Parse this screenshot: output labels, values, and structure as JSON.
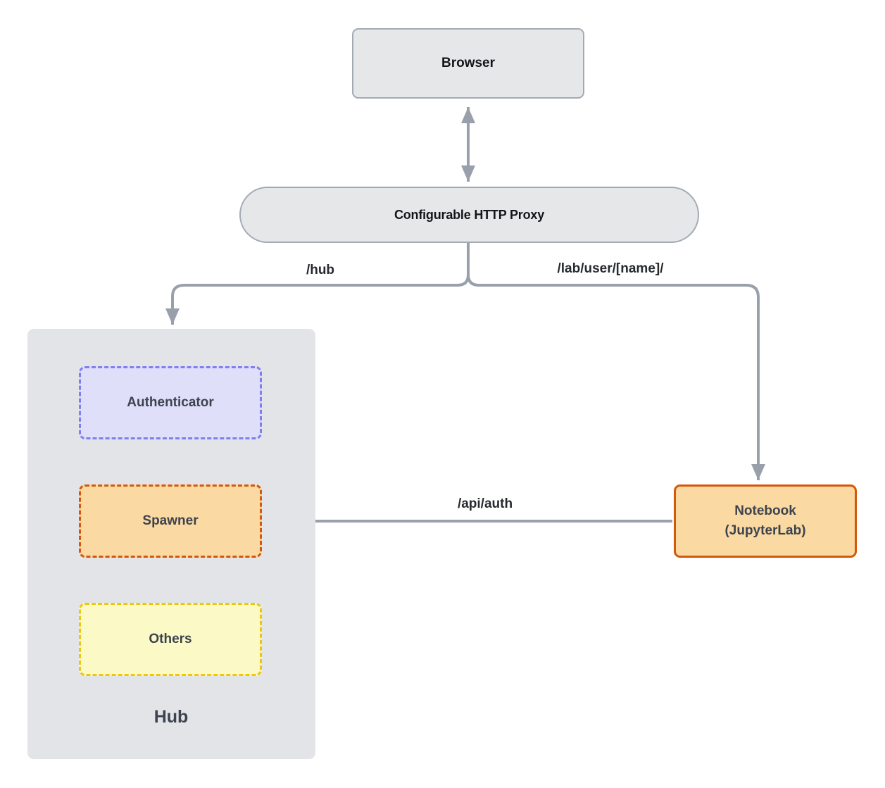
{
  "nodes": {
    "browser": {
      "label": "Browser"
    },
    "proxy": {
      "label": "Configurable HTTP Proxy"
    },
    "hub": {
      "label": "Hub"
    },
    "authenticator": {
      "label": "Authenticator"
    },
    "spawner": {
      "label": "Spawner"
    },
    "others": {
      "label": "Others"
    },
    "notebook": {
      "label": "Notebook\n(JupyterLab)"
    }
  },
  "edges": {
    "browser_proxy": {
      "label": "",
      "type": "bidirectional-arrow"
    },
    "proxy_hub": {
      "label": "/hub",
      "type": "elbow-arrow"
    },
    "proxy_notebook": {
      "label": "/lab/user/[name]/",
      "type": "elbow-arrow"
    },
    "notebook_spawner": {
      "label": "/api/auth",
      "type": "straight-arrow"
    }
  },
  "colors": {
    "connector": "#99a0ab",
    "node-fill": "#e5e7e9",
    "node-border": "#a4aab3",
    "hub-fill": "#e2e4e8",
    "auth-fill": "#dfdffa",
    "auth-border": "#7f7ff2",
    "spawner-fill": "#fbd9a2",
    "spawner-border": "#d4580b",
    "others-fill": "#fbf9c5",
    "others-border": "#eec60f",
    "notebook-fill": "#fbd9a2",
    "notebook-border": "#d4580b",
    "title-text": "#131518",
    "node-text": "#3d434e",
    "edge-text": "#26292e"
  }
}
